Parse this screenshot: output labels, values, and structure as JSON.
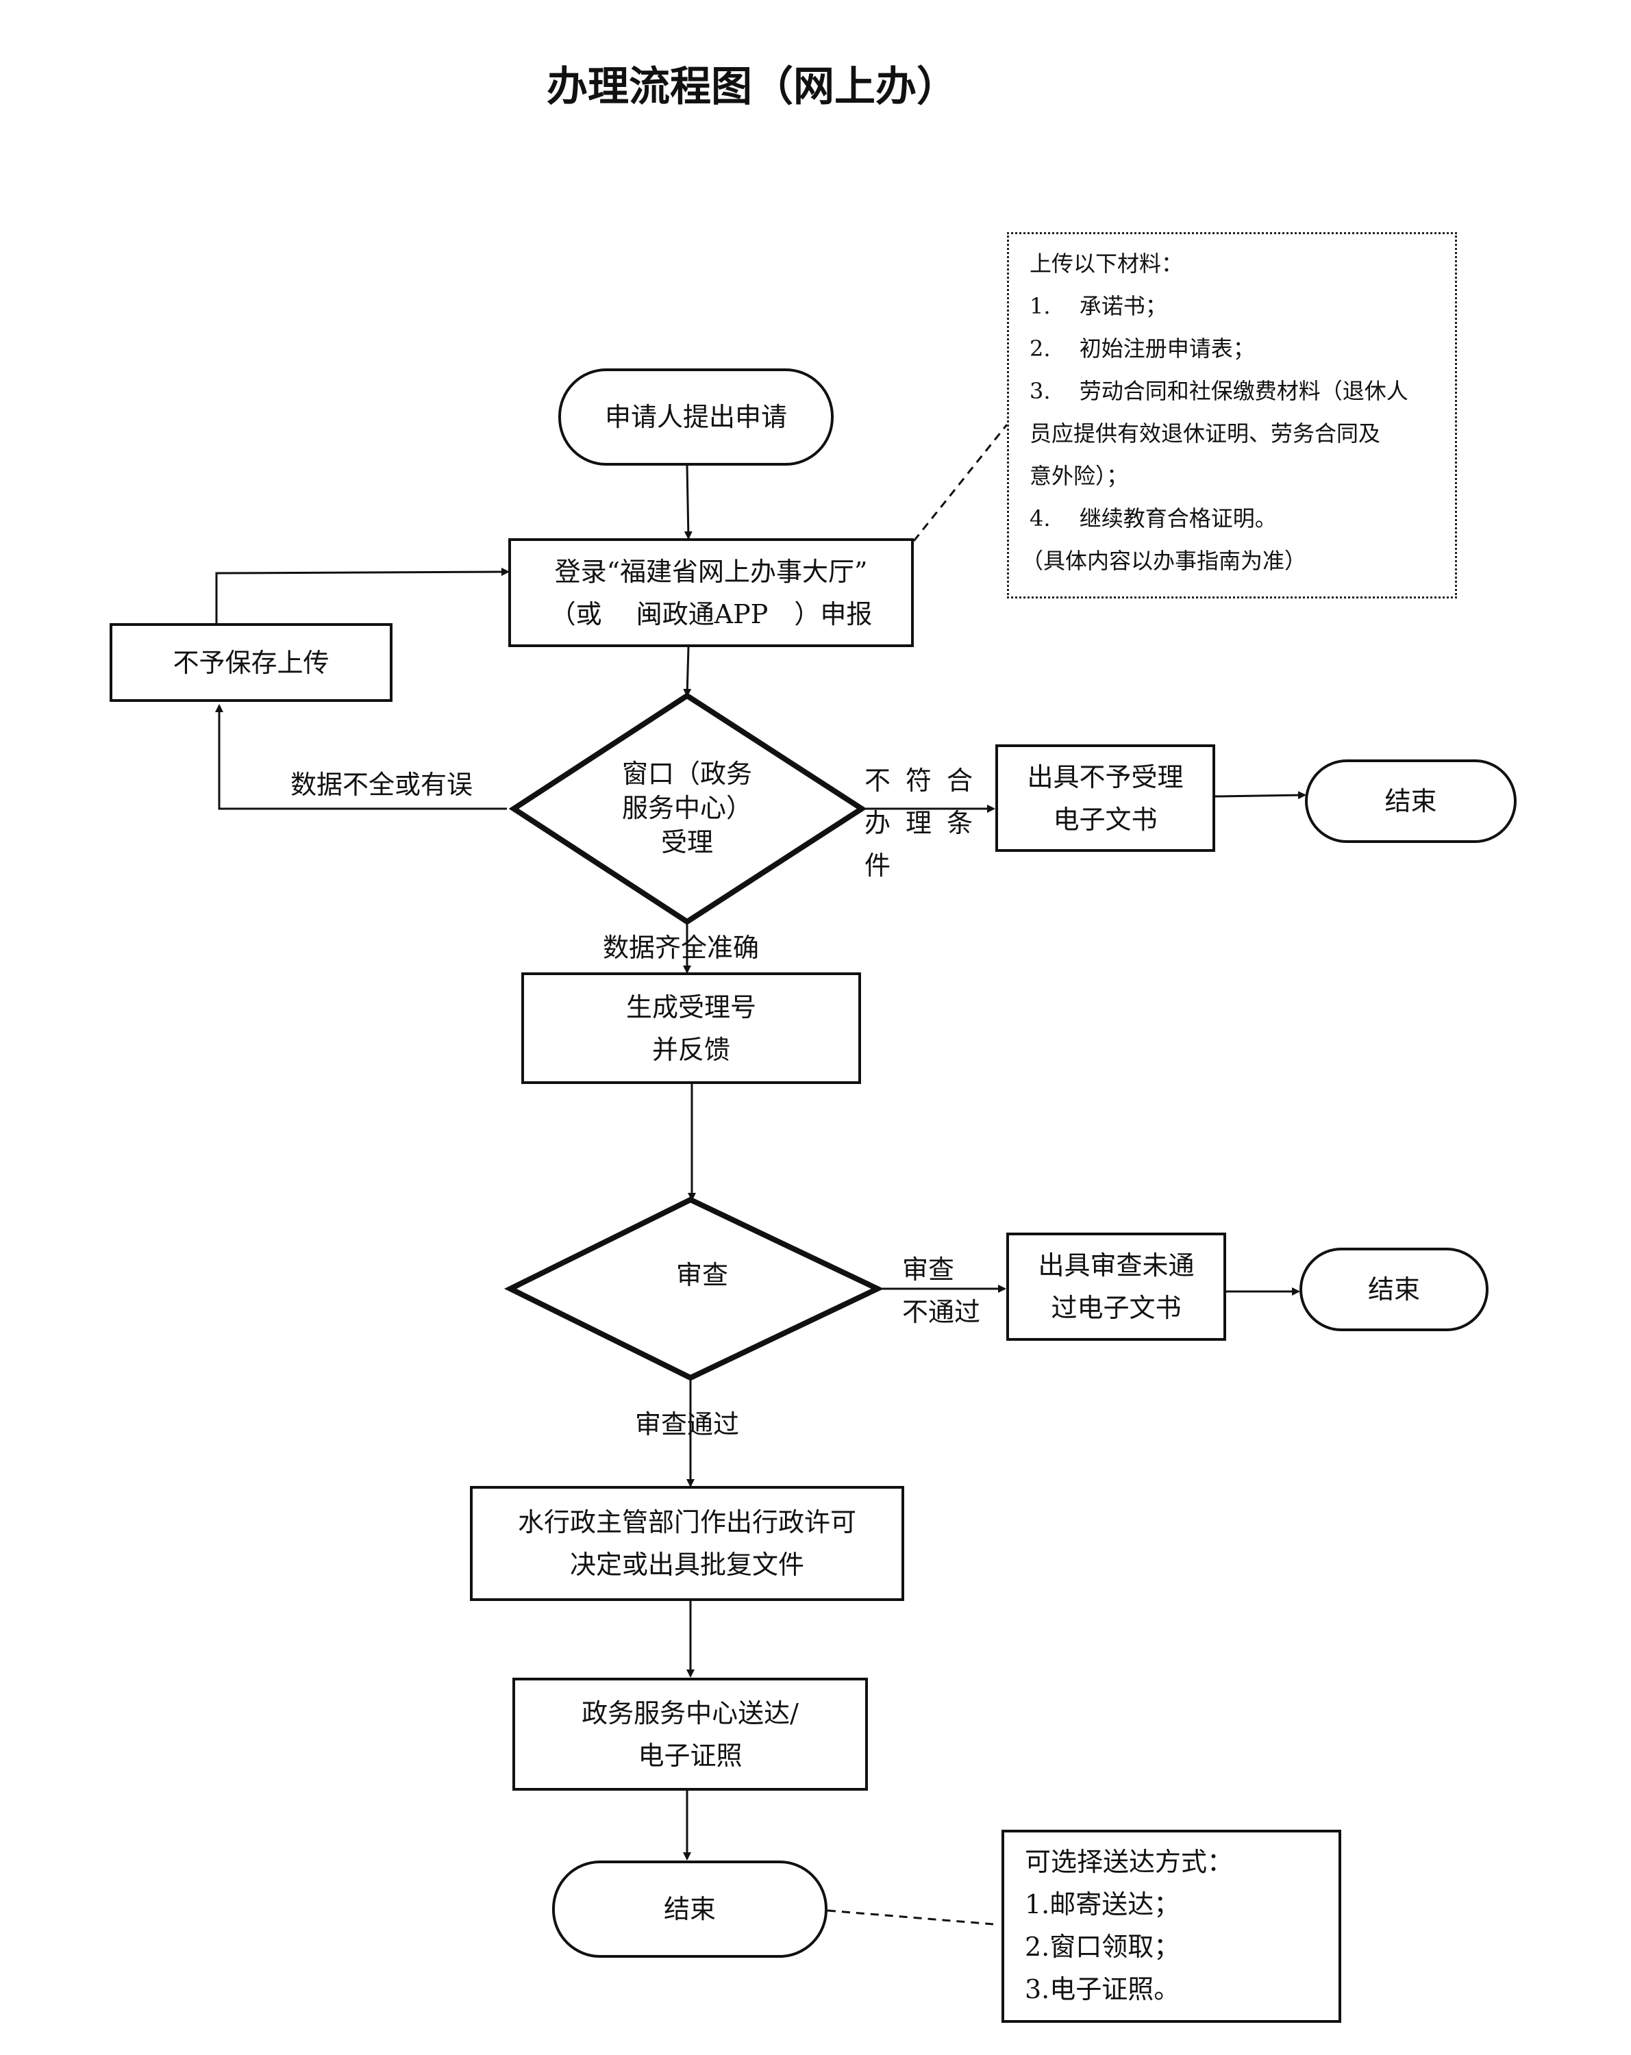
{
  "title": "办理流程图（网上办）",
  "nodes": {
    "start": "申请人提出申请",
    "login_line1": "登录“福建省网上办事大厅”",
    "login_line2": "（或　 闽政通APP　）申报",
    "no_save": "不予保存上传",
    "window_line1": "窗口（政务",
    "window_line2": "服务中心）",
    "window_line3": "受理",
    "reject_line1": "出具不予受理",
    "reject_line2": "电子文书",
    "end1": "结束",
    "gen_line1": "生成受理号",
    "gen_line2": "并反馈",
    "review": "审查",
    "review_fail_line1": "出具审查未通",
    "review_fail_line2": "过电子文书",
    "end2": "结束",
    "decision_line1": "水行政主管部门作出行政许可",
    "decision_line2": "决定或出具批复文件",
    "deliver_line1": "政务服务中心送达/",
    "deliver_line2": "电子证照",
    "end3": "结束"
  },
  "labels": {
    "incomplete": "数据不全或有误",
    "not_meet_line1": "不符合",
    "not_meet_line2": "办理条",
    "not_meet_line3": "件",
    "complete": "数据齐全准确",
    "review_fail_line1": "审查",
    "review_fail_line2": "不通过",
    "review_pass": "审查通过"
  },
  "materials_note": {
    "heading": "上传以下材料：",
    "items": [
      "1.　 承诺书；",
      "2.　 初始注册申请表；",
      "3.　 劳动合同和社保缴费材料（退休人",
      "员应提供有效退休证明、劳务合同及",
      "意外险）；",
      "4.　 继续教育合格证明。",
      "（具体内容以办事指南为准）"
    ]
  },
  "delivery_note": {
    "heading": "可选择送达方式：",
    "items": [
      "1.邮寄送达；",
      "2.窗口领取；",
      "3.电子证照。"
    ]
  }
}
